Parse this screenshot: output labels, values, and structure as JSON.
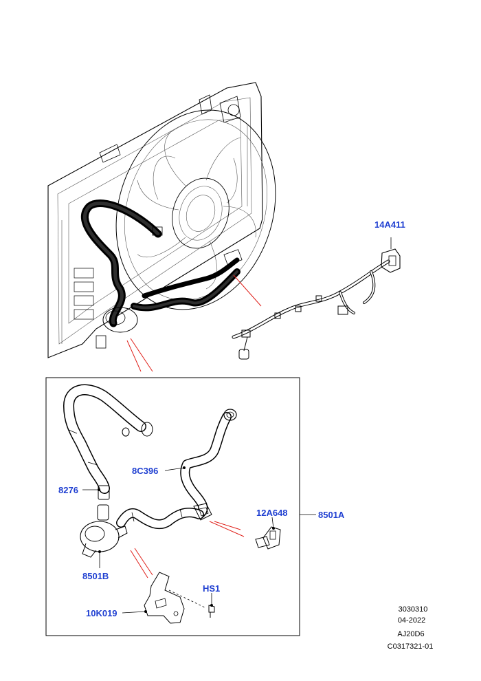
{
  "colors": {
    "callout": "#1f3fd1",
    "leader": "#e0211b",
    "line": "#000000"
  },
  "callouts": {
    "harness": "14A411",
    "kit": "8501A",
    "hose_upper": "8C396",
    "hose_lower": "8276",
    "sensor": "12A648",
    "pump": "8501B",
    "screw": "HS1",
    "bracket": "10K019"
  },
  "meta": {
    "ref": "3030310",
    "date": "04-2022",
    "model": "AJ20D6",
    "code": "C0317321-01"
  }
}
